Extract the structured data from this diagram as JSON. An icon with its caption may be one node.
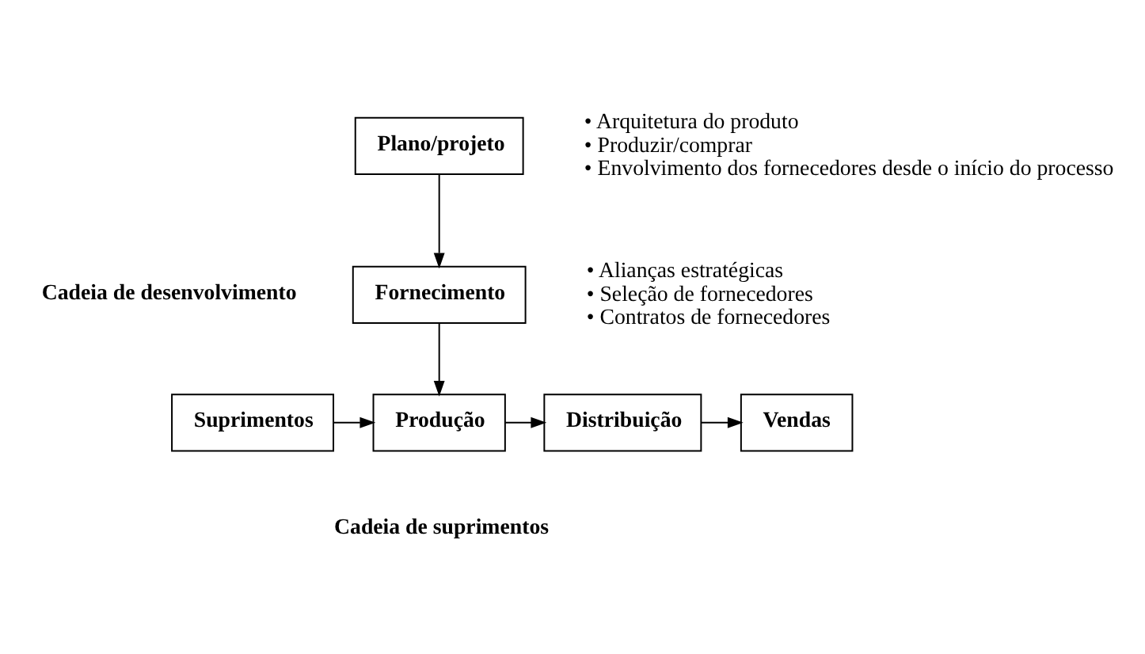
{
  "diagram": {
    "nodes": [
      {
        "text": [
          "Plano/projeto"
        ],
        "beside": [
          "• Arquitetura do produto",
          "• Produzir/comprar",
          "• Envolvimento dos fornecedores desde o início do processo"
        ]
      },
      {
        "text": [
          "Fornecimento"
        ],
        "beside": [
          "• Alianças estratégicas",
          "• Seleção de fornecedores",
          "• Contratos de fornecedores"
        ]
      },
      {
        "text": [
          "Suprimentos"
        ]
      },
      {
        "text": [
          "Produção"
        ]
      },
      {
        "text": [
          "Distribuição"
        ]
      },
      {
        "text": [
          "Vendas"
        ]
      }
    ],
    "edges": [
      {
        "from": 0,
        "to": 1,
        "arrow": "to"
      },
      {
        "from": 1,
        "to": 3,
        "arrow": "to"
      },
      {
        "from": 2,
        "to": 3,
        "arrow": "to"
      },
      {
        "from": 3,
        "to": 4,
        "arrow": "to"
      },
      {
        "from": 4,
        "to": 5,
        "arrow": "to"
      }
    ],
    "labels": [
      "Cadeia de desenvolvimento",
      "Cadeia de suprimentos"
    ]
  }
}
